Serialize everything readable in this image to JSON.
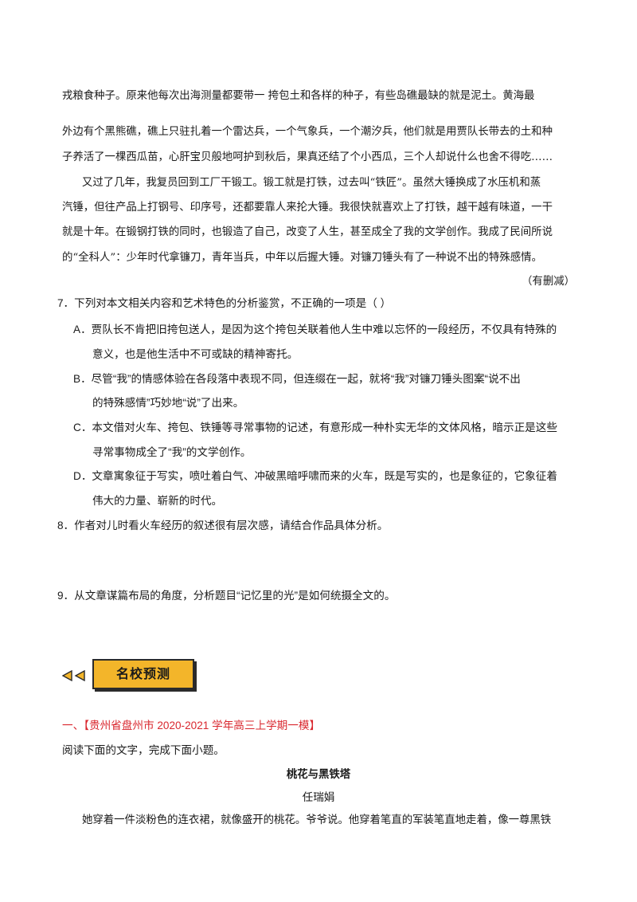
{
  "passage_top": {
    "lines": [
      "戎粮食种子。原来他每次出海测量都要带一    挎包土和各样的种子，有些岛礁最缺的就是泥土。黄海最",
      "外边有个黑熊礁，礁上只驻扎着一个雷达兵，一个气象兵，一个潮汐兵，他们就是用贾队长带去的土和种",
      "子养活了一棵西瓜苗，心肝宝贝般地呵护到秋后，果真还结了个小西瓜，三个人却说什么也舍不得吃……",
      "又过了几年，我复员回到工厂干锻工。锻工就是打铁，过去叫“铁匠”。虽然大锤换成了水压机和蒸",
      "汽锤，但往产品上打钢号、印序号，还都要靠人来抡大锤。我很快就喜欢上了打铁，越干越有味道，一干",
      "就是十年。在锻钢打铁的同时，也锻造了自己，改变了人生，甚至成全了我的文学创作。我成了民间所说",
      "的“全科人”：少年时代拿镰刀，青年当兵，中年以后握大锤。对镰刀锤头有了一种说不出的特殊感情。"
    ],
    "abridged_note": "（有删减）"
  },
  "questions": {
    "q7": {
      "stem": "7．下列对本文相关内容和艺术特色的分析鉴赏，不正确的一项是（     ）",
      "options": [
        {
          "line1": "A．贾队长不肯把旧挎包送人，是因为这个挎包关联着他人生中难以忘怀的一段经历，不仅具有特殊的",
          "line2": "意义，也是他生活中不可或缺的精神寄托。"
        },
        {
          "line1": "B．尽管“我”的情感体验在各段落中表现不同，但连缀在一起，就将“我”对镰刀锤头图案“说不出",
          "line2": "的特殊感情”巧妙地“说”了出来。"
        },
        {
          "line1": "C．本文借对火车、挎包、铁锤等寻常事物的记述，有意形成一种朴实无华的文体风格，暗示正是这些",
          "line2": "寻常事物成全了“我”的文学创作。"
        },
        {
          "line1": "D．文章寓象征于写实，喷吐着白气、冲破黑暗呼啸而来的火车，既是写实的，也是象征的，它象征着",
          "line2": "伟大的力量、崭新的时代。"
        }
      ]
    },
    "q8": "8．作者对儿时看火车经历的叙述很有层次感，请结合作品具体分析。",
    "q9": "9．从文章谋篇布局的角度，分析题目“记忆里的光”是如何统摄全文的。"
  },
  "section_banner": {
    "label": "名校预测",
    "accent_color": "#f3b52a"
  },
  "section_one": {
    "prefix": "一、",
    "source": "【贵州省盘州市 2020-2021 学年高三上学期一模】",
    "source_color": "#d9272e",
    "instruction": "阅读下面的文字，完成下面小题。",
    "title": "桃花与黑铁塔",
    "author": "任瑞娟",
    "first_line": "她穿着一件淡粉色的连衣裙，就像盛开的桃花。爷爷说。他穿着笔直的军装笔直地走着，像一尊黑铁"
  }
}
